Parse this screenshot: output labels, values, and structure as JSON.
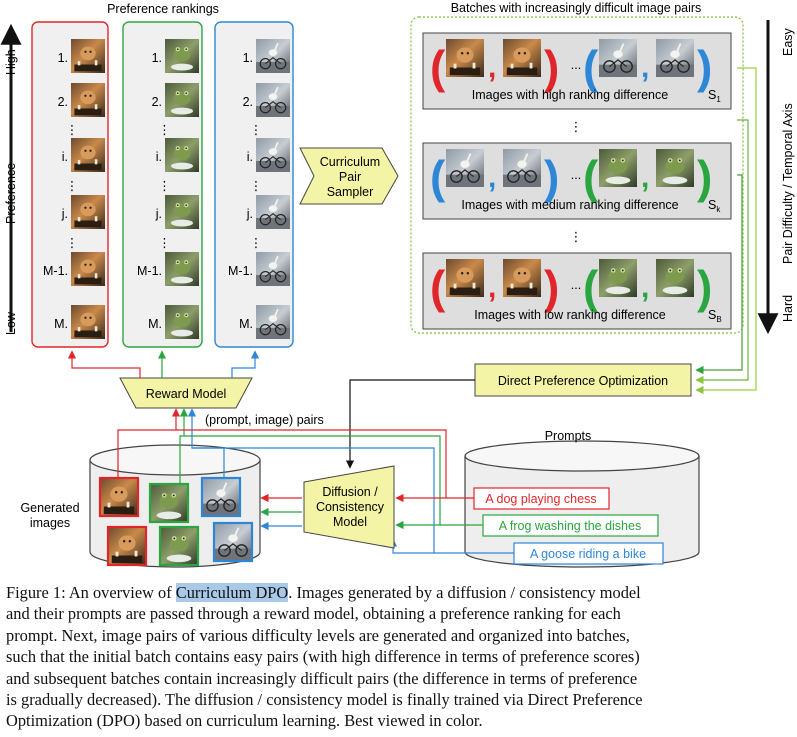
{
  "figure": {
    "rankings_title": "Preference rankings",
    "axis_left": {
      "high": "High",
      "label": "Preference",
      "low": "Low"
    },
    "rank_labels": [
      "1.",
      "2.",
      "⋮",
      "i.",
      "⋮",
      "j.",
      "⋮",
      "M-1.",
      "M."
    ],
    "sampler_lines": [
      "Curriculum",
      "Pair",
      "Sampler"
    ],
    "batches_title": "Batches with increasingly difficult image pairs",
    "batches": [
      {
        "caption": "Images with high ranking difference",
        "tag_base": "S",
        "tag_sub": "1"
      },
      {
        "caption": "Images with medium ranking difference",
        "tag_base": "S",
        "tag_sub": "k"
      },
      {
        "caption": "Images with low ranking difference",
        "tag_base": "S",
        "tag_sub": "B"
      }
    ],
    "pair_punct": {
      "open": "(",
      "comma": ",",
      "close": ")",
      "ellipsis": "...",
      "vdots": "⋮"
    },
    "axis_right": {
      "easy": "Easy",
      "label": "Pair Difficulty / Temporal Axis",
      "hard": "Hard"
    },
    "reward_model": "Reward Model",
    "pairs_label": "(prompt, image) pairs",
    "dpo": "Direct Preference Optimization",
    "generated_label_lines": [
      "Generated",
      "images"
    ],
    "diffusion_lines": [
      "Diffusion /",
      "Consistency",
      "Model"
    ],
    "prompts_title": "Prompts",
    "prompts": [
      "A dog playing chess",
      "A frog washing the dishes",
      "A goose riding a bike"
    ],
    "colors": {
      "red": "#e0262a",
      "green": "#2aa540",
      "blue": "#2e86d6",
      "lime": "#9ad13a",
      "yellow": "#f4f4a6",
      "panel": "#f0f0f0",
      "batch": "#dedede"
    },
    "image_subjects": {
      "dog": "dog-playing-chess-image",
      "frog": "frog-washing-dishes-image",
      "goose": "goose-riding-bike-image"
    }
  },
  "caption": {
    "line1_pre": "Figure 1: An overview of ",
    "line1_hl": "Curriculum DPO",
    "line1_post": ". Images generated by a diffusion / consistency model",
    "lines": [
      "and their prompts are passed through a reward model, obtaining a preference ranking for each",
      "prompt.  Next, image pairs of various difficulty levels are generated and organized into batches,",
      "such that the initial batch contains easy pairs (with high difference in terms of preference scores)",
      "and subsequent batches contain increasingly difficult pairs (the difference in terms of preference",
      "is gradually decreased). The diffusion / consistency model is finally trained via Direct Preference",
      "Optimization (DPO) based on curriculum learning. Best viewed in color."
    ]
  }
}
